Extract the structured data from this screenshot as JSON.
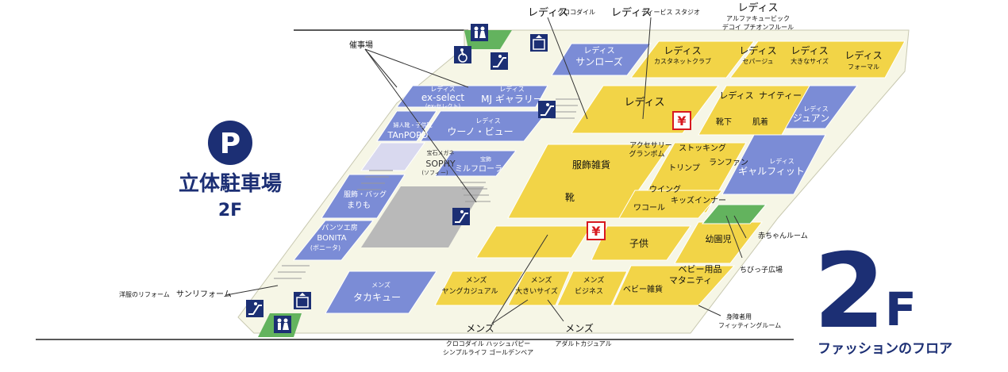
{
  "colors": {
    "yellow": "#f2d447",
    "blue": "#7b8cd6",
    "green": "#63b35e",
    "grey": "#b9b9b9",
    "floor": "#f7f7e8",
    "navy": "#1c2f74",
    "atm": "#d71920"
  },
  "parking": {
    "icon": "P",
    "title": "立体駐車場",
    "floor": "2F"
  },
  "floor_sign": {
    "number": "2",
    "letter": "F",
    "subtitle": "ファッションのフロア"
  },
  "icons": {
    "restroom": "restroom-icon",
    "wheelchair": "wheelchair-icon",
    "escalator": "escalator-icon",
    "elevator": "elevator-icon",
    "atm": "¥"
  },
  "shops": {
    "ladies_crocodile": {
      "cat": "レディス",
      "name": "クロコダイル"
    },
    "ladies_tb": {
      "cat": "レディス",
      "name": "ティービス スタジオ"
    },
    "ladies_alpha_1": {
      "cat": "レディス",
      "name": "アルファキュービック"
    },
    "ladies_alpha_2": "デコイ プチオンフルール",
    "sunrose": {
      "cat": "レディス",
      "name": "サンローズ"
    },
    "castanet": {
      "cat": "レディス",
      "name": "カスタネットクラブ"
    },
    "separage": {
      "cat": "レディス",
      "name": "セパージュ"
    },
    "bigsize": {
      "cat": "レディス",
      "name": "大きなサイズ"
    },
    "formal": {
      "cat": "レディス",
      "name": "フォーマル"
    },
    "event": "催事場",
    "exselect": {
      "cat": "レディス",
      "name": "ex-select",
      "sub": "(ex-セレクト)"
    },
    "mj": {
      "cat": "レディス",
      "name": "MJ ギャラリー"
    },
    "ladies_center": "レディス",
    "nighty": {
      "cat": "レディス",
      "name": "ナイティー"
    },
    "socks": "靴下",
    "underwear": "肌着",
    "juan": {
      "cat": "レディス",
      "name": "ジュアン"
    },
    "tanpopo": {
      "cat": "婦人靴・子供靴",
      "name": "TAnPOPO"
    },
    "wonobu": {
      "cat": "レディス",
      "name": "ウーノ・ビュー"
    },
    "sophy": {
      "cat": "宝石メガネ",
      "name": "SOPHY",
      "sub": "(ソフィー)"
    },
    "mirflora": {
      "cat": "宝飾",
      "name": "ミルフローラ"
    },
    "accessory": {
      "name": "アクセサリー",
      "sub": "グランポム"
    },
    "stocking": "ストッキング",
    "triumph": "トリンプ",
    "ranfan": "ランファン",
    "galfit": {
      "cat": "レディス",
      "name": "ギャルフィット"
    },
    "fashion_goods": "服飾雑貨",
    "shoes": "靴",
    "wing": "ウイング",
    "kids_inner": "キッズインナー",
    "wacoal": "ワコール",
    "marimo": {
      "cat": "服飾・バッグ",
      "name": "まりも"
    },
    "bonita": {
      "cat": "パンツエ房",
      "name": "BONITA",
      "sub": "(ボニータ)"
    },
    "kids": "子供",
    "youji": "幼園児",
    "baby_room": "赤ちゃんルーム",
    "chibikko": "ちびっ子広場",
    "maternity": {
      "name": "ベビー用品",
      "sub": "マタニティ"
    },
    "baby_goods": "ベビー雑貨",
    "sunreform": {
      "label": "洋服のリフォーム",
      "name": "サンリフォーム"
    },
    "takakyu": {
      "cat": "メンズ",
      "name": "タカキュー"
    },
    "mens_young": {
      "cat": "メンズ",
      "name": "ヤングカジュアル"
    },
    "mens_big": {
      "cat": "メンズ",
      "name": "大きいサイズ"
    },
    "mens_business": {
      "cat": "メンズ",
      "name": "ビジネス"
    },
    "mens_brands": {
      "cat": "メンズ",
      "line1": "クロコダイル ハッシュパピー",
      "line2": "シンプルライフ ゴールデンベア"
    },
    "mens_adult": {
      "cat": "メンズ",
      "name": "アダルトカジュアル"
    },
    "fitting": {
      "line1": "身障者用",
      "line2": "フィッティングルーム"
    }
  }
}
